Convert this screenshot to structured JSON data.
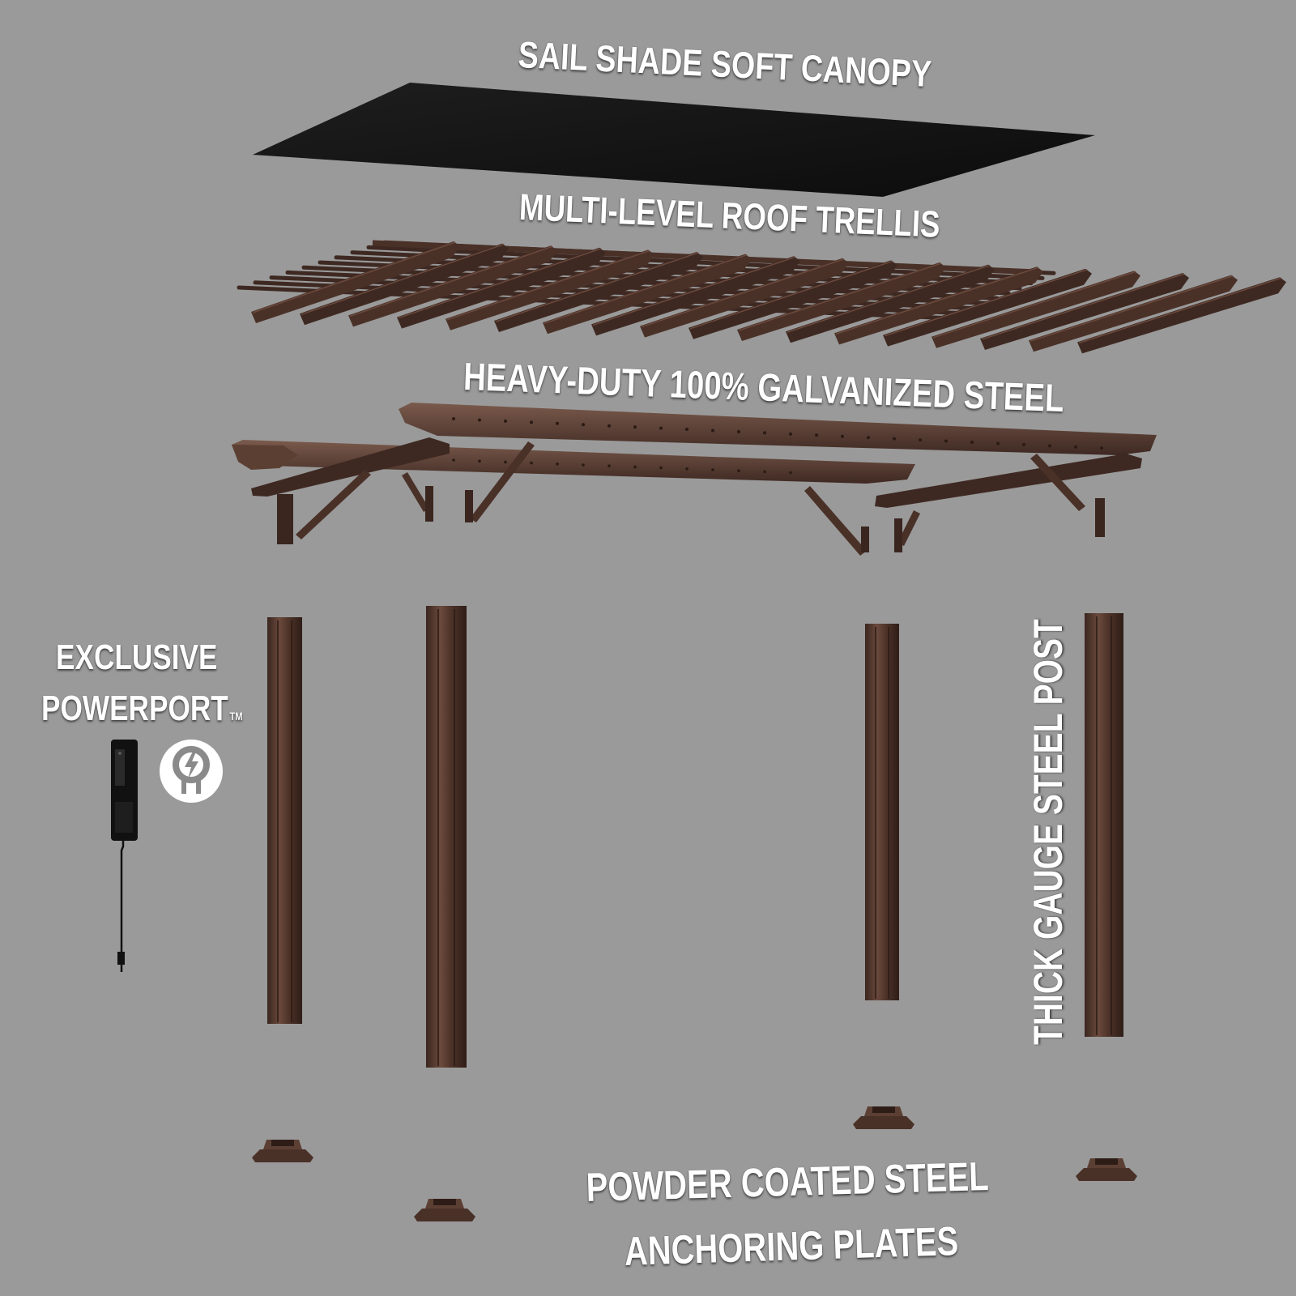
{
  "labels": {
    "canopy": "SAIL SHADE SOFT CANOPY",
    "trellis": "MULTI-LEVEL ROOF TRELLIS",
    "frame": "HEAVY-DUTY 100% GALVANIZED STEEL",
    "powerport_line1": "EXCLUSIVE",
    "powerport_line2": "POWERPORT",
    "trademark": "TM",
    "post": "THICK GAUGE STEEL POST",
    "plates_line1": "POWDER COATED STEEL",
    "plates_line2": "ANCHORING PLATES"
  },
  "icons": {
    "power_icon": "plug-lightning-icon",
    "power_strip": "power-outlet-strip-icon"
  },
  "colors": {
    "background": "#9a9a9a",
    "canopy": "#151515",
    "steel_brown": "#4a3128",
    "steel_brown_light": "#6b4a3d",
    "steel_brown_dark": "#2e1d17",
    "text": "#ffffff"
  }
}
